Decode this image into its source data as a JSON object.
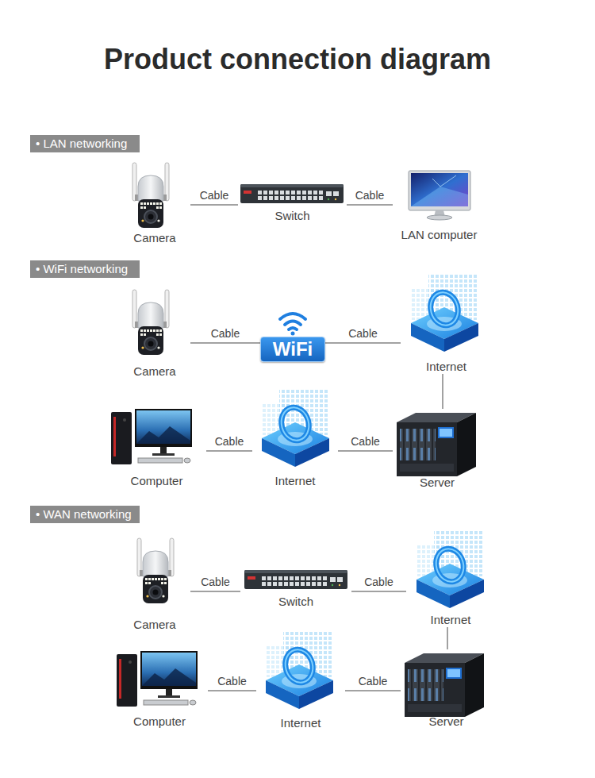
{
  "diagram": {
    "title": "Product connection diagram",
    "nodes": [
      {
        "text": [
          "• LAN networking"
        ]
      },
      {
        "text": [
          "Camera"
        ]
      },
      {
        "text": [
          "Switch"
        ]
      },
      {
        "text": [
          "LAN computer"
        ]
      },
      {
        "text": [
          "• WiFi networking"
        ]
      },
      {
        "text": [
          "Camera"
        ]
      },
      {
        "text": [
          "WiFi"
        ]
      },
      {
        "text": [
          "Internet"
        ]
      },
      {
        "text": [
          "Computer"
        ]
      },
      {
        "text": [
          "Internet"
        ]
      },
      {
        "text": [
          "Server"
        ]
      },
      {
        "text": [
          "• WAN networking"
        ]
      },
      {
        "text": [
          "Camera"
        ]
      },
      {
        "text": [
          "Switch"
        ]
      },
      {
        "text": [
          "Internet"
        ]
      },
      {
        "text": [
          "Computer"
        ]
      },
      {
        "text": [
          "Internet"
        ]
      },
      {
        "text": [
          "Server"
        ]
      }
    ],
    "edges": [
      {
        "from": 1,
        "to": 2,
        "label": "Cable",
        "arrow": "none"
      },
      {
        "from": 2,
        "to": 3,
        "label": "Cable",
        "arrow": "none"
      },
      {
        "from": 5,
        "to": 6,
        "label": "Cable",
        "arrow": "none"
      },
      {
        "from": 6,
        "to": 7,
        "label": "Cable",
        "arrow": "none"
      },
      {
        "from": 7,
        "to": 10,
        "arrow": "none"
      },
      {
        "from": 8,
        "to": 9,
        "label": "Cable",
        "arrow": "none"
      },
      {
        "from": 9,
        "to": 10,
        "label": "Cable",
        "arrow": "none"
      },
      {
        "from": 12,
        "to": 13,
        "label": "Cable",
        "arrow": "none"
      },
      {
        "from": 13,
        "to": 14,
        "label": "Cable",
        "arrow": "none"
      },
      {
        "from": 14,
        "to": 17,
        "arrow": "none"
      },
      {
        "from": 15,
        "to": 16,
        "label": "Cable",
        "arrow": "none"
      },
      {
        "from": 16,
        "to": 17,
        "label": "Cable",
        "arrow": "none"
      }
    ]
  }
}
